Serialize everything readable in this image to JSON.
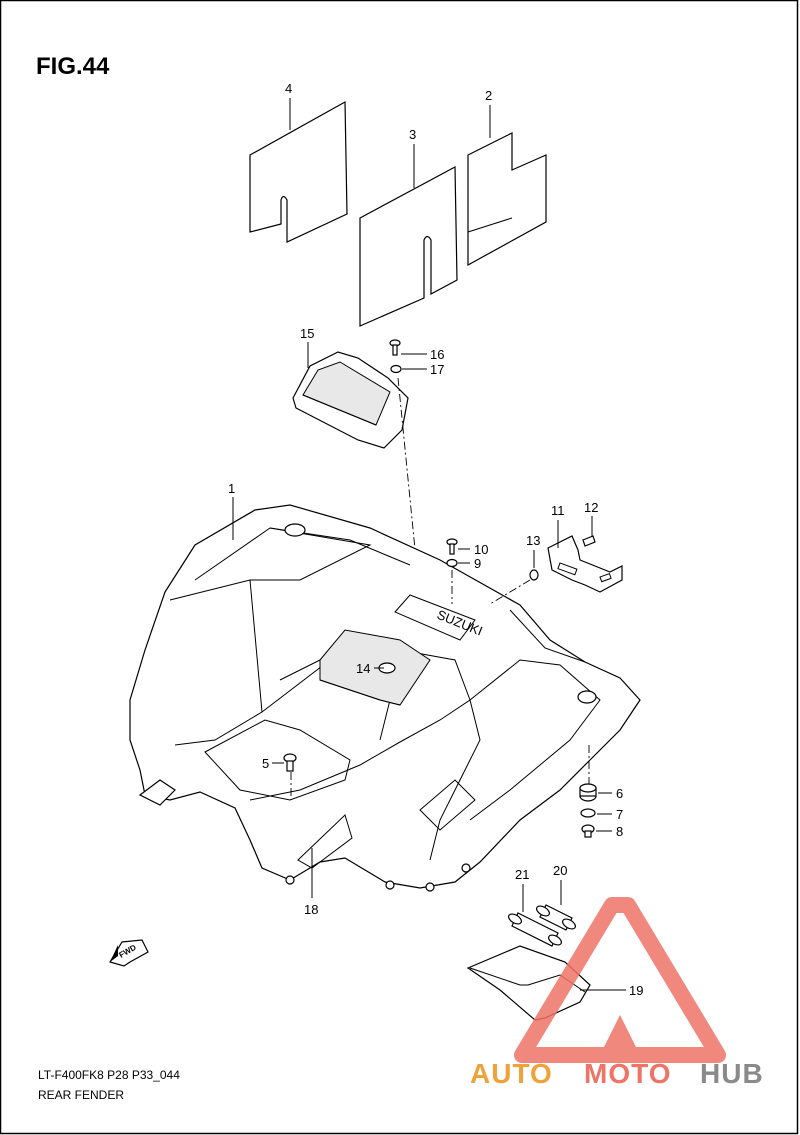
{
  "figure": {
    "title": "FIG.44",
    "model_code": "LT-F400FK8 P28 P33_044",
    "section_name": "REAR FENDER"
  },
  "callouts": {
    "p1": "1",
    "p2": "2",
    "p3": "3",
    "p4": "4",
    "p5": "5",
    "p6": "6",
    "p7": "7",
    "p8": "8",
    "p9": "9",
    "p10": "10",
    "p11": "11",
    "p12": "12",
    "p13": "13",
    "p14": "14",
    "p15": "15",
    "p16": "16",
    "p17": "17",
    "p18": "18",
    "p19": "19",
    "p20": "20",
    "p21": "21"
  },
  "fender_brand": "SUZUKI",
  "fwd_arrow_label": "FWD",
  "watermark": {
    "part1": "AUTO",
    "part2": "MOTO",
    "part3": "HUB",
    "color_primary": "#f0a23a",
    "color_secondary": "#ee7468",
    "color_tertiary": "#8a8a8a"
  },
  "colors": {
    "frame": "#000000",
    "background": "#ffffff"
  }
}
